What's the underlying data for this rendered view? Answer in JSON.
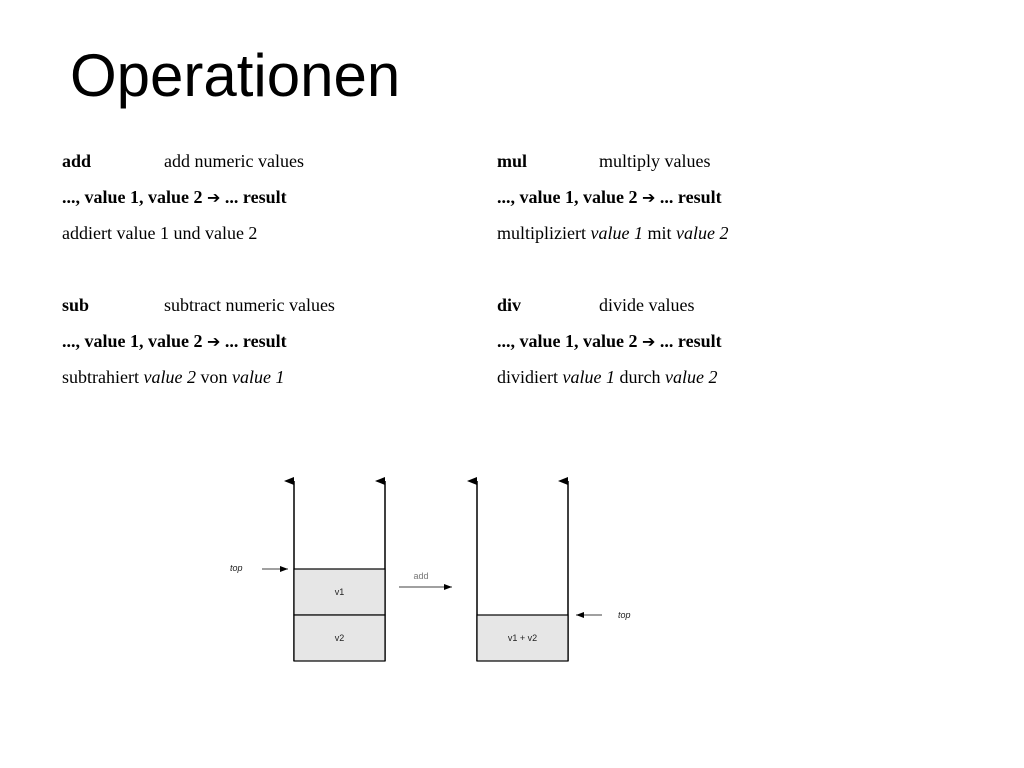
{
  "title": "Operationen",
  "signature": {
    "prefix": "..., value 1, value 2",
    "arrow": "➔",
    "suffix": "... result"
  },
  "operations": {
    "add": {
      "name": "add",
      "summary": "add numeric values",
      "desc_text": "addiert value 1 und value 2"
    },
    "mul": {
      "name": "mul",
      "summary": "multiply values",
      "desc_pre": "multipliziert",
      "desc_v1": "value 1",
      "desc_mid": "mit",
      "desc_v2": "value 2"
    },
    "sub": {
      "name": "sub",
      "summary": "subtract numeric values",
      "desc_pre": "subtrahiert",
      "desc_v1": "value 2",
      "desc_mid": "von",
      "desc_v2": "value 1"
    },
    "div": {
      "name": "div",
      "summary": "divide values",
      "desc_pre": "dividiert",
      "desc_v1": "value 1",
      "desc_mid": "durch",
      "desc_v2": "value 2"
    }
  },
  "diagram": {
    "before_top_label": "top",
    "before_cells": [
      "v1",
      "v2"
    ],
    "op_label": "add",
    "after_cells": [
      "v1 + v2"
    ],
    "after_top_label": "top",
    "cell_fill": "#e6e6e6"
  }
}
